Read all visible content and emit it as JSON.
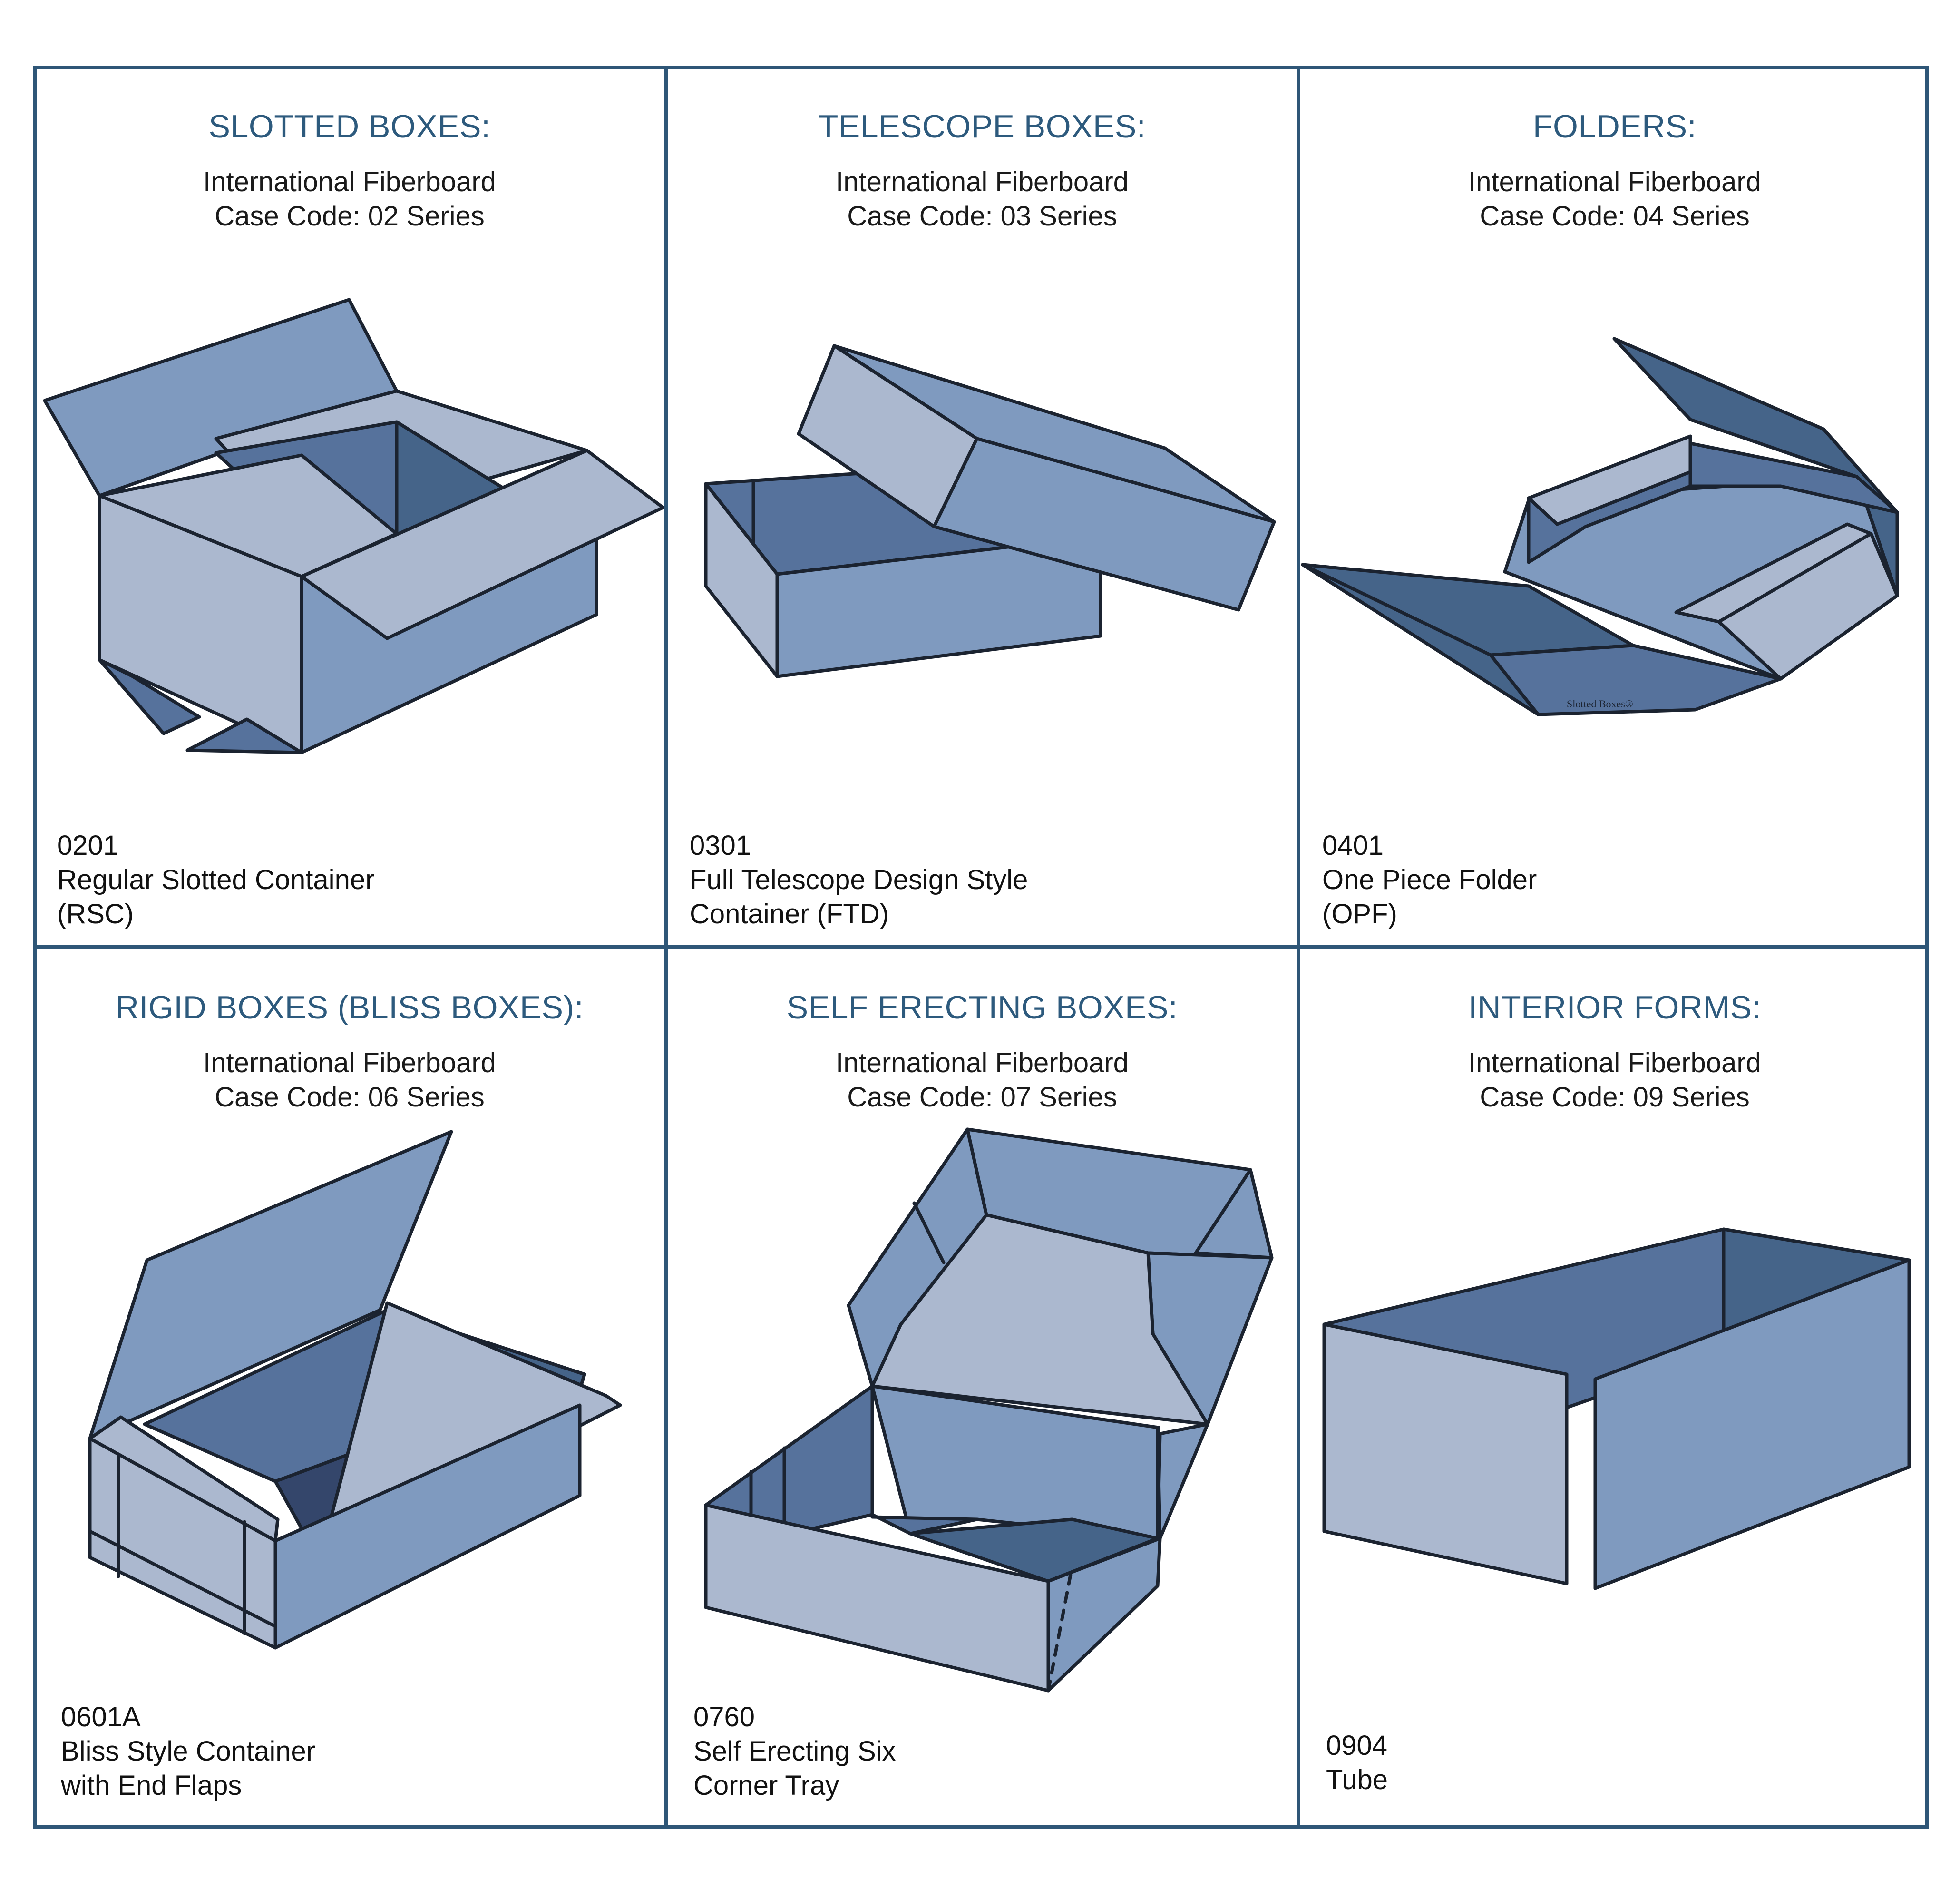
{
  "colors": {
    "border": "#2e5677",
    "title": "#2d5a7d",
    "panel_light": "#abb8cf",
    "panel_mid": "#7f9abf",
    "panel_dark": "#56729c",
    "panel_darker": "#456489",
    "panel_darkest": "#34466b"
  },
  "cells": [
    {
      "title": "SLOTTED BOXES:",
      "sub1": "International Fiberboard",
      "sub2": "Case Code: 02 Series",
      "code": "0201",
      "name1": "Regular Slotted Container",
      "name2": "(RSC)",
      "illustration": "regular-slotted-container"
    },
    {
      "title": "TELESCOPE BOXES:",
      "sub1": "International Fiberboard",
      "sub2": "Case Code: 03 Series",
      "code": "0301",
      "name1": "Full Telescope Design Style",
      "name2": "Container (FTD)",
      "illustration": "full-telescope-box"
    },
    {
      "title": "FOLDERS:",
      "sub1": "International Fiberboard",
      "sub2": "Case Code: 04 Series",
      "code": "0401",
      "name1": "One Piece Folder",
      "name2": "(OPF)",
      "illustration": "one-piece-folder",
      "watermark": "Slotted Boxes®"
    },
    {
      "title": "RIGID BOXES (BLISS BOXES):",
      "sub1": "International Fiberboard",
      "sub2": "Case Code: 06 Series",
      "code": "0601A",
      "name1": "Bliss Style Container",
      "name2": "with End Flaps",
      "illustration": "bliss-box"
    },
    {
      "title": "SELF ERECTING BOXES:",
      "sub1": "International Fiberboard",
      "sub2": "Case Code: 07 Series",
      "code": "0760",
      "name1": "Self Erecting Six",
      "name2": "Corner Tray",
      "illustration": "six-corner-tray"
    },
    {
      "title": "INTERIOR FORMS:",
      "sub1": "International Fiberboard",
      "sub2": "Case Code: 09 Series",
      "code": "0904",
      "name1": "Tube",
      "name2": "",
      "illustration": "tube"
    }
  ]
}
